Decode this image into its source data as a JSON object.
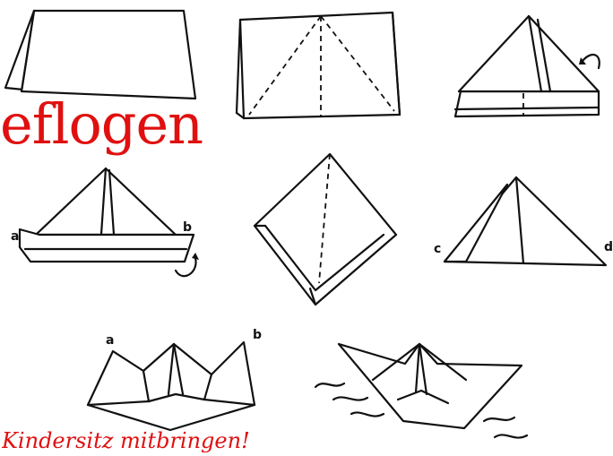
{
  "overlay": {
    "title_fragment": "eflogen",
    "note_fragment": "Kindersitz mitbringen!",
    "text_color": "#e01010"
  },
  "diagram": {
    "steps": [
      {
        "id": 1,
        "name": "folded-sheet"
      },
      {
        "id": 2,
        "name": "fold-lines"
      },
      {
        "id": 3,
        "name": "folded-triangle",
        "arrow": "fold-back-arrow"
      },
      {
        "id": 4,
        "name": "boat-hat",
        "labels": [
          "a",
          "b"
        ],
        "arrow": "fold-up-arrow"
      },
      {
        "id": 5,
        "name": "diamond",
        "arrow": null
      },
      {
        "id": 6,
        "name": "flat-triangle",
        "labels": [
          "c",
          "d"
        ]
      },
      {
        "id": 7,
        "name": "pull-apart",
        "labels": [
          "a",
          "b"
        ]
      },
      {
        "id": 8,
        "name": "finished-boat"
      }
    ]
  }
}
